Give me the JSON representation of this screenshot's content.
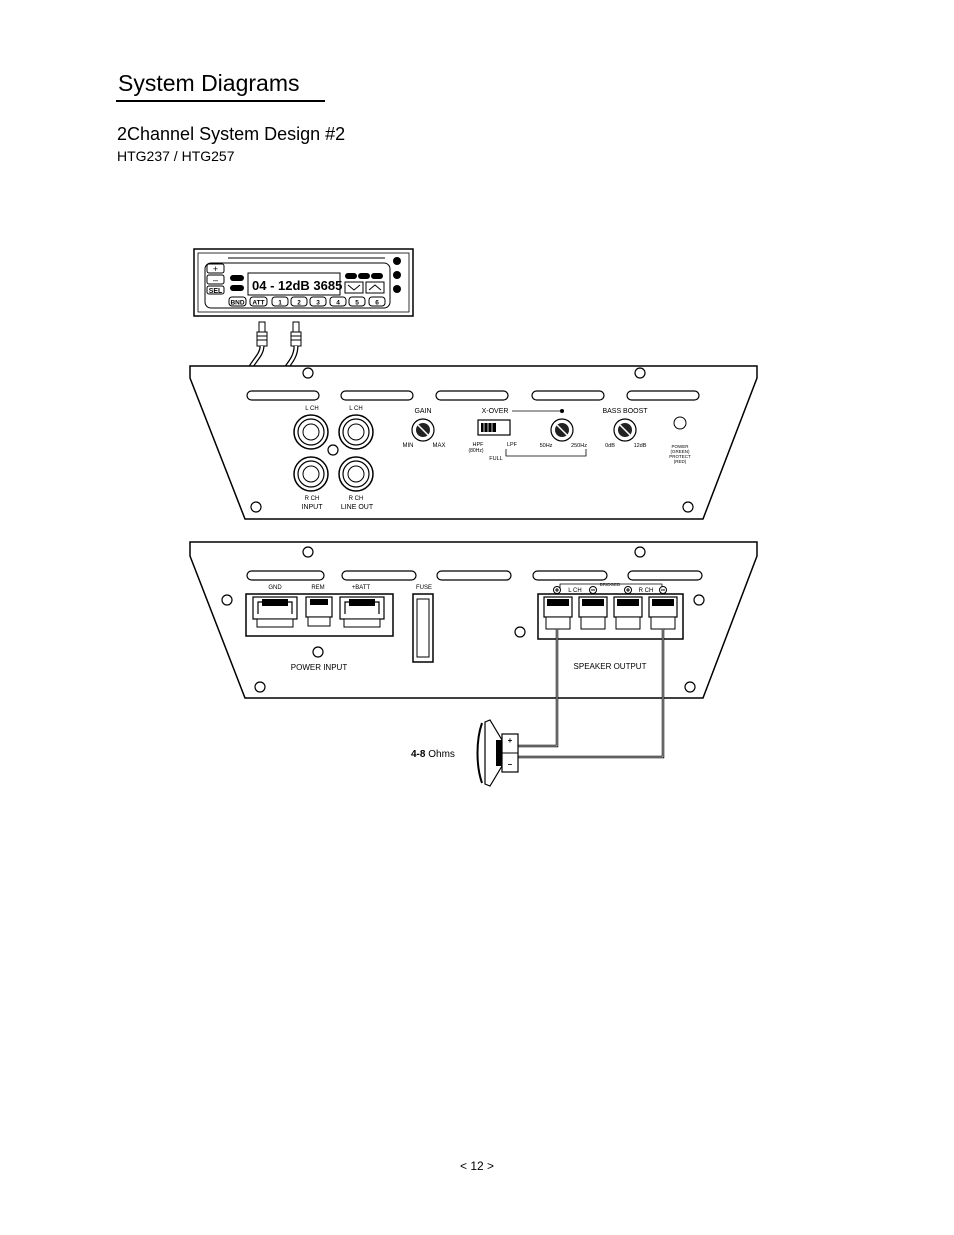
{
  "page": {
    "title": "System Diagrams",
    "subtitle": "2Channel System Design #2",
    "models": "HTG237 / HTG257",
    "page_number": "< 12 >"
  },
  "head_unit": {
    "display": "04 - 12dB 3685",
    "plus_label": "+",
    "minus_label": "–",
    "sel_label": "SEL",
    "buttons": [
      "BND",
      "ATT",
      "1",
      "2",
      "3",
      "4",
      "5",
      "6"
    ]
  },
  "amp_top": {
    "input_l": "L CH",
    "input_r": "R CH",
    "input": "INPUT",
    "lineout_l": "L CH",
    "lineout_r": "R CH",
    "line_out": "LINE OUT",
    "gain": "GAIN",
    "gain_min": "MIN",
    "gain_max": "MAX",
    "xover": "X-OVER",
    "hpf": "HPF",
    "hpf_sub": "(80Hz)",
    "lpf": "LPF",
    "full": "FULL",
    "freq_low": "50Hz",
    "freq_high": "250Hz",
    "bass_boost": "BASS BOOST",
    "boost_low": "0dB",
    "boost_high": "12dB",
    "led_1": "POWER",
    "led_2": "(GREEN)",
    "led_3": "PROTECT",
    "led_4": "(RED)"
  },
  "amp_bottom": {
    "gnd": "GND",
    "rem": "REM",
    "batt": "+BATT",
    "fuse": "FUSE",
    "power_input": "POWER INPUT",
    "bridged": "BRIDGED",
    "out_l": "L CH",
    "out_r": "R CH",
    "speaker_output": "SPEAKER OUTPUT"
  },
  "speaker": {
    "ohms_bold": "4-8",
    "ohms_unit": " Ohms",
    "plus": "+",
    "minus": "–"
  }
}
